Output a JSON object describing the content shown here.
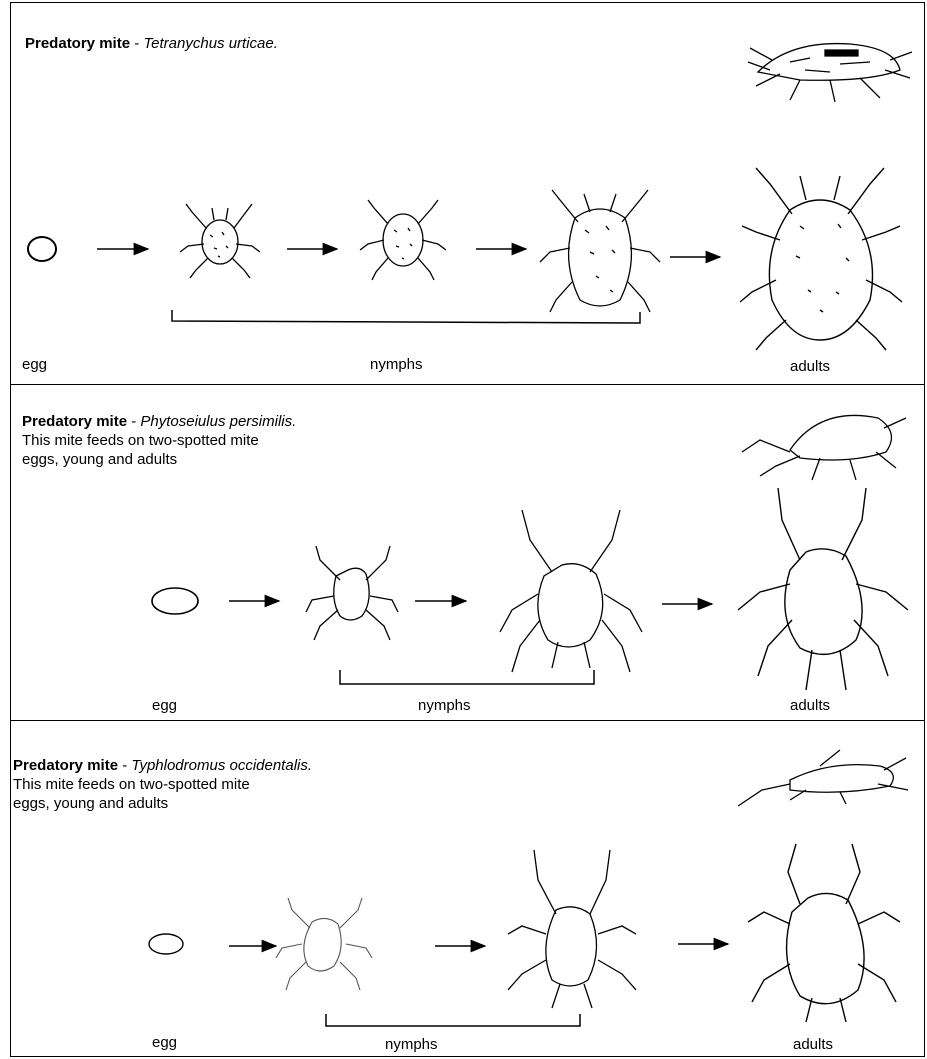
{
  "panels": [
    {
      "common_name": "Predatory mite",
      "separator": " - ",
      "species": "Tetranychus urticae.",
      "description_lines": [],
      "labels": {
        "egg": "egg",
        "nymphs": "nymphs",
        "adults": "adults"
      }
    },
    {
      "common_name": "Predatory mite",
      "separator": " - ",
      "species": "Phytoseiulus persimilis.",
      "description_lines": [
        "This mite feeds on two-spotted mite",
        "eggs, young and adults"
      ],
      "labels": {
        "egg": "egg",
        "nymphs": "nymphs",
        "adults": "adults"
      }
    },
    {
      "common_name": "Predatory mite",
      "separator": " - ",
      "species": "Typhlodromus occidentalis.",
      "description_lines": [
        "This mite feeds on two-spotted mite",
        "eggs, young and adults"
      ],
      "labels": {
        "egg": "egg",
        "nymphs": "nymphs",
        "adults": "adults"
      }
    }
  ],
  "colors": {
    "ink": "#000000",
    "paper": "#ffffff"
  }
}
